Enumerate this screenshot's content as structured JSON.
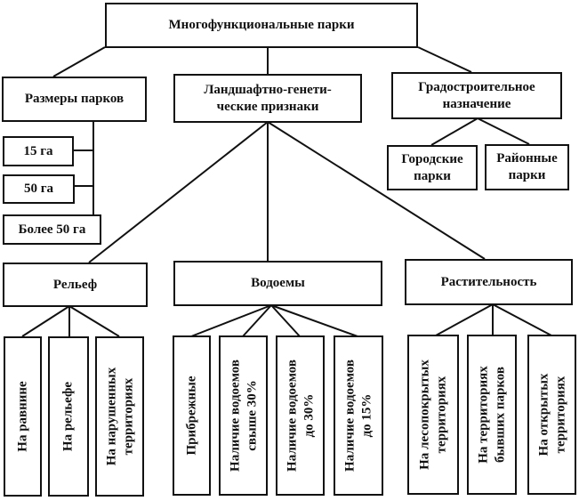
{
  "root": "Многофункциональные парки",
  "categories": {
    "size": "Размеры парков",
    "landscape": "Ландшафтно-генети-\nческие признаки",
    "urban": "Градостроительное\nназначение"
  },
  "size_items": [
    "15 га",
    "50 га",
    "Более 50 га"
  ],
  "urban_items": [
    "Городские\nпарки",
    "Районные\nпарки"
  ],
  "landscape_groups": {
    "relief": {
      "label": "Рельеф",
      "items": [
        "На равнине",
        "На рельефе",
        "На нарушенных\nтерриториях"
      ]
    },
    "water": {
      "label": "Водоемы",
      "items": [
        "Прибрежные",
        "Наличие водоемов\nсвыше 30%",
        "Наличие водоемов\nдо 30%",
        "Наличие водоемов\nдо 15%"
      ]
    },
    "vegetation": {
      "label": "Растительность",
      "items": [
        "На лесопокрытых\nтерриториях",
        "На территориях\nбывших парков",
        "На открытых\nтерриториях"
      ]
    }
  }
}
